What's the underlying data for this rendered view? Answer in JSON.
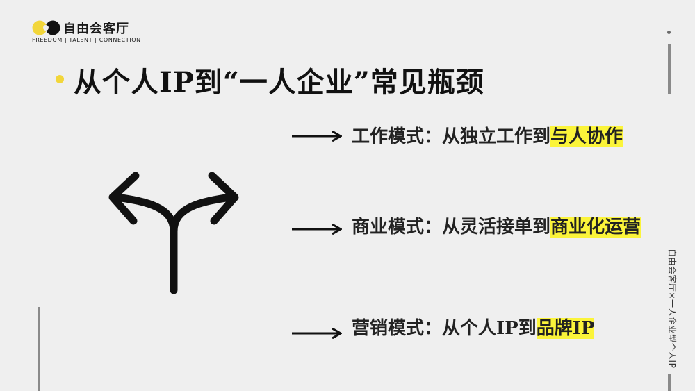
{
  "brand": {
    "name": "自由会客厅",
    "tagline": "FREEDOM | TALENT | CONNECTION"
  },
  "slide": {
    "title": "从个人IP到“一人企业”常见瓶颈",
    "items": [
      {
        "text": "工作模式：从独立工作到",
        "highlight": "与人协作"
      },
      {
        "text": "商业模式：从灵活接单到",
        "highlight": "商业化运营"
      },
      {
        "text": "营销模式：从个人IP到",
        "highlight": "品牌IP"
      }
    ]
  },
  "side_label": "自由会客厅×一人企业型个人IP",
  "icons": {
    "logo": "brand-logo-dots-icon",
    "fork": "fork-arrow-icon",
    "bullet_arrow": "long-arrow-right-icon"
  },
  "colors": {
    "background": "#efefef",
    "accent_yellow": "#f2d63a",
    "highlight": "#fbf43a",
    "text": "#222222"
  }
}
